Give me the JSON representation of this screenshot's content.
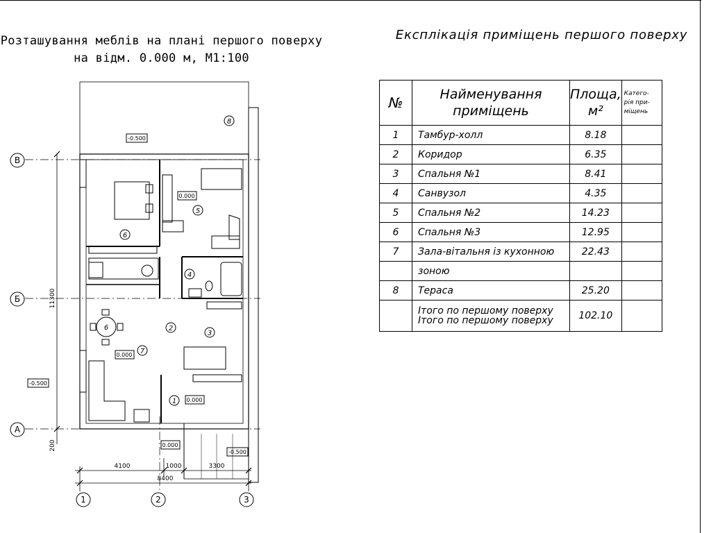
{
  "plan": {
    "title_line1": "Розташування меблів на плані першого поверху",
    "title_line2": "на відм. 0.000 м, М1:100",
    "axes": {
      "rows": [
        "В",
        "Б",
        "А"
      ],
      "cols": [
        "1",
        "2",
        "3"
      ]
    },
    "dimensions": {
      "bottom_segments": [
        "4100",
        "1000",
        "3300"
      ],
      "bottom_total": "8400",
      "left_total": "11300",
      "left_offset": "200"
    },
    "level_marks": [
      "-0.500",
      "0.000",
      "0.000",
      "0.000",
      "0.000",
      "-0.500",
      "-0.500"
    ],
    "room_numbers": [
      "8",
      "5",
      "6",
      "4",
      "2",
      "3",
      "7",
      "1",
      "6"
    ]
  },
  "table": {
    "title": "Експлікація приміщень першого поверху",
    "headers": {
      "no": "№",
      "name_line1": "Найменування",
      "name_line2": "приміщень",
      "area_line1": "Площа,",
      "area_line2": "м²",
      "cat_line1": "Катего-",
      "cat_line2": "рія при-",
      "cat_line3": "міщень"
    },
    "rows": [
      {
        "no": "1",
        "name": "Тамбур-холл",
        "area": "8.18"
      },
      {
        "no": "2",
        "name": "Коридор",
        "area": "6.35"
      },
      {
        "no": "3",
        "name": "Спальня №1",
        "area": "8.41"
      },
      {
        "no": "4",
        "name": "Санвузол",
        "area": "4.35"
      },
      {
        "no": "5",
        "name": "Спальня №2",
        "area": "14.23"
      },
      {
        "no": "6",
        "name": "Спальня №3",
        "area": "12.95"
      },
      {
        "no": "7",
        "name": "Зала-вітальня із кухонною",
        "area": "22.43"
      },
      {
        "no": "",
        "name": "зоною",
        "area": ""
      },
      {
        "no": "8",
        "name": "Тераса",
        "area": "25.20"
      }
    ],
    "total": {
      "line1": "Ітого по першому поверху",
      "line2": "Ітого по першому поверху",
      "area": "102.10"
    }
  }
}
